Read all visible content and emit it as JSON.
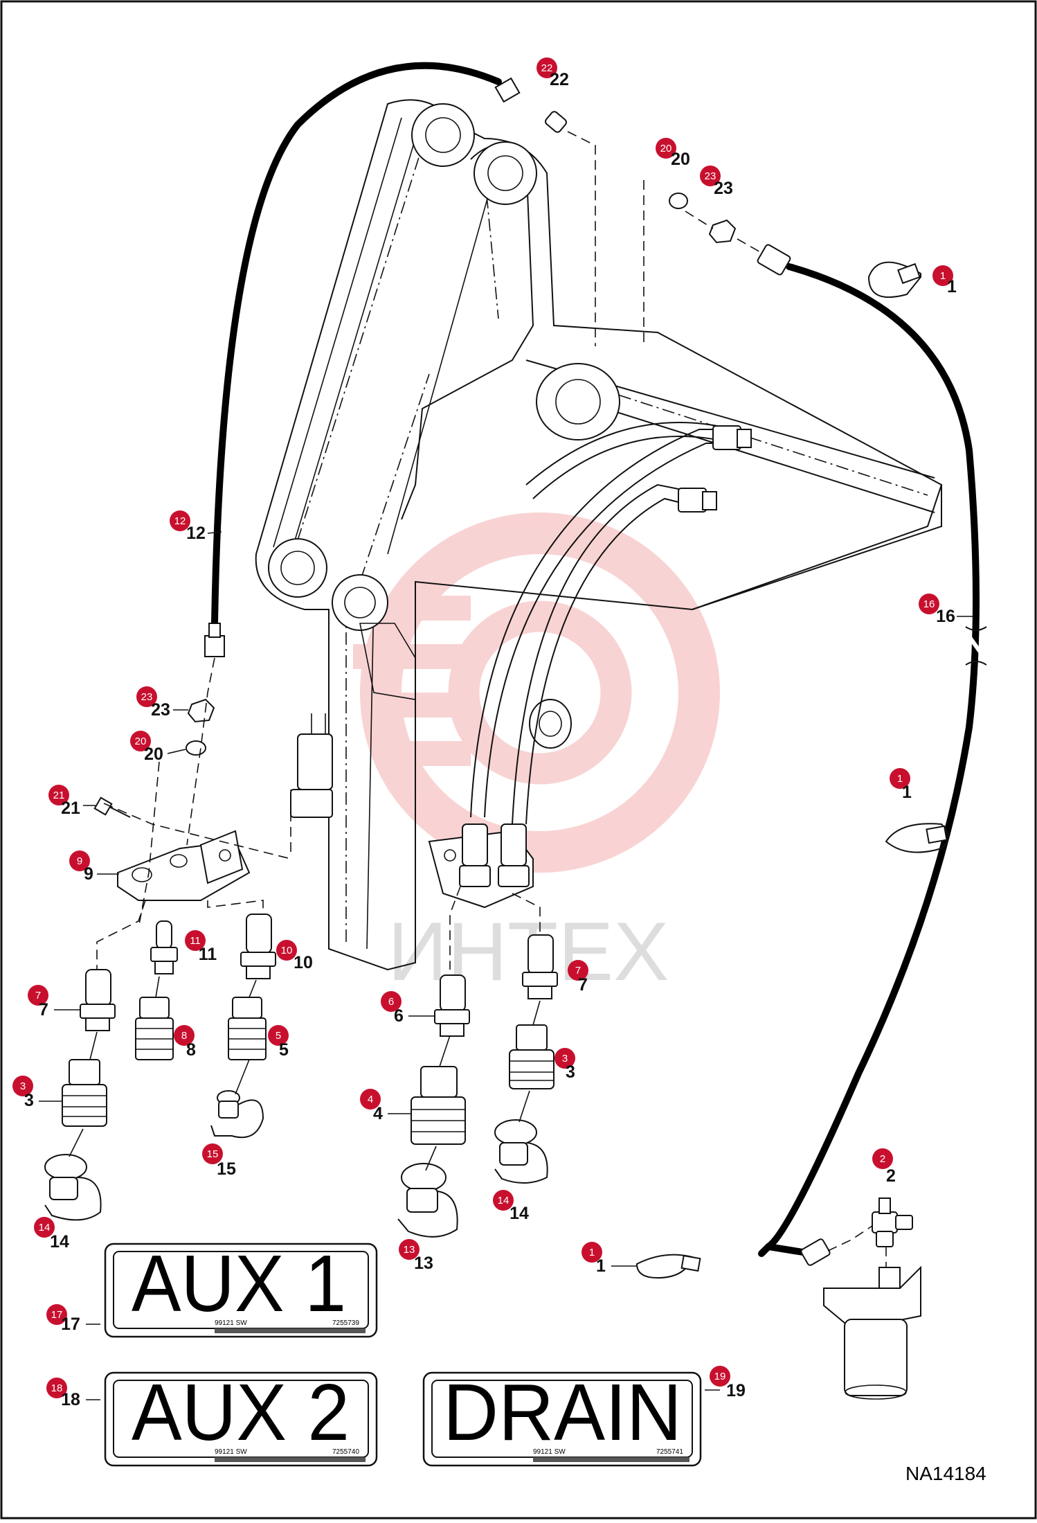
{
  "diagram_code": "NA14184",
  "watermark": "ИНТЕХ",
  "colors": {
    "badge": "#c8102e",
    "watermark": "#f3a8a8",
    "ink": "#111111"
  },
  "callouts": [
    {
      "id": "22",
      "label": "22"
    },
    {
      "id": "20a",
      "label": "20"
    },
    {
      "id": "23a",
      "label": "23"
    },
    {
      "id": "1a",
      "label": "1"
    },
    {
      "id": "12",
      "label": "12"
    },
    {
      "id": "16",
      "label": "16"
    },
    {
      "id": "23b",
      "label": "23"
    },
    {
      "id": "20b",
      "label": "20"
    },
    {
      "id": "21",
      "label": "21"
    },
    {
      "id": "1b",
      "label": "1"
    },
    {
      "id": "9",
      "label": "9"
    },
    {
      "id": "11",
      "label": "11"
    },
    {
      "id": "10",
      "label": "10"
    },
    {
      "id": "7a",
      "label": "7"
    },
    {
      "id": "6",
      "label": "6"
    },
    {
      "id": "7b",
      "label": "7"
    },
    {
      "id": "8",
      "label": "8"
    },
    {
      "id": "5",
      "label": "5"
    },
    {
      "id": "3a",
      "label": "3"
    },
    {
      "id": "3b",
      "label": "3"
    },
    {
      "id": "4",
      "label": "4"
    },
    {
      "id": "15",
      "label": "15"
    },
    {
      "id": "2",
      "label": "2"
    },
    {
      "id": "14a",
      "label": "14"
    },
    {
      "id": "14b",
      "label": "14"
    },
    {
      "id": "13",
      "label": "13"
    },
    {
      "id": "1c",
      "label": "1"
    },
    {
      "id": "17",
      "label": "17"
    },
    {
      "id": "18",
      "label": "18"
    },
    {
      "id": "19",
      "label": "19"
    }
  ],
  "decals": [
    {
      "id": "aux1",
      "title": "AUX 1",
      "part_no": "99121 SW",
      "code": "7255739"
    },
    {
      "id": "aux2",
      "title": "AUX 2",
      "part_no": "99121 SW",
      "code": "7255740"
    },
    {
      "id": "drain",
      "title": "DRAIN",
      "part_no": "99121 SW",
      "code": "7255741"
    }
  ]
}
